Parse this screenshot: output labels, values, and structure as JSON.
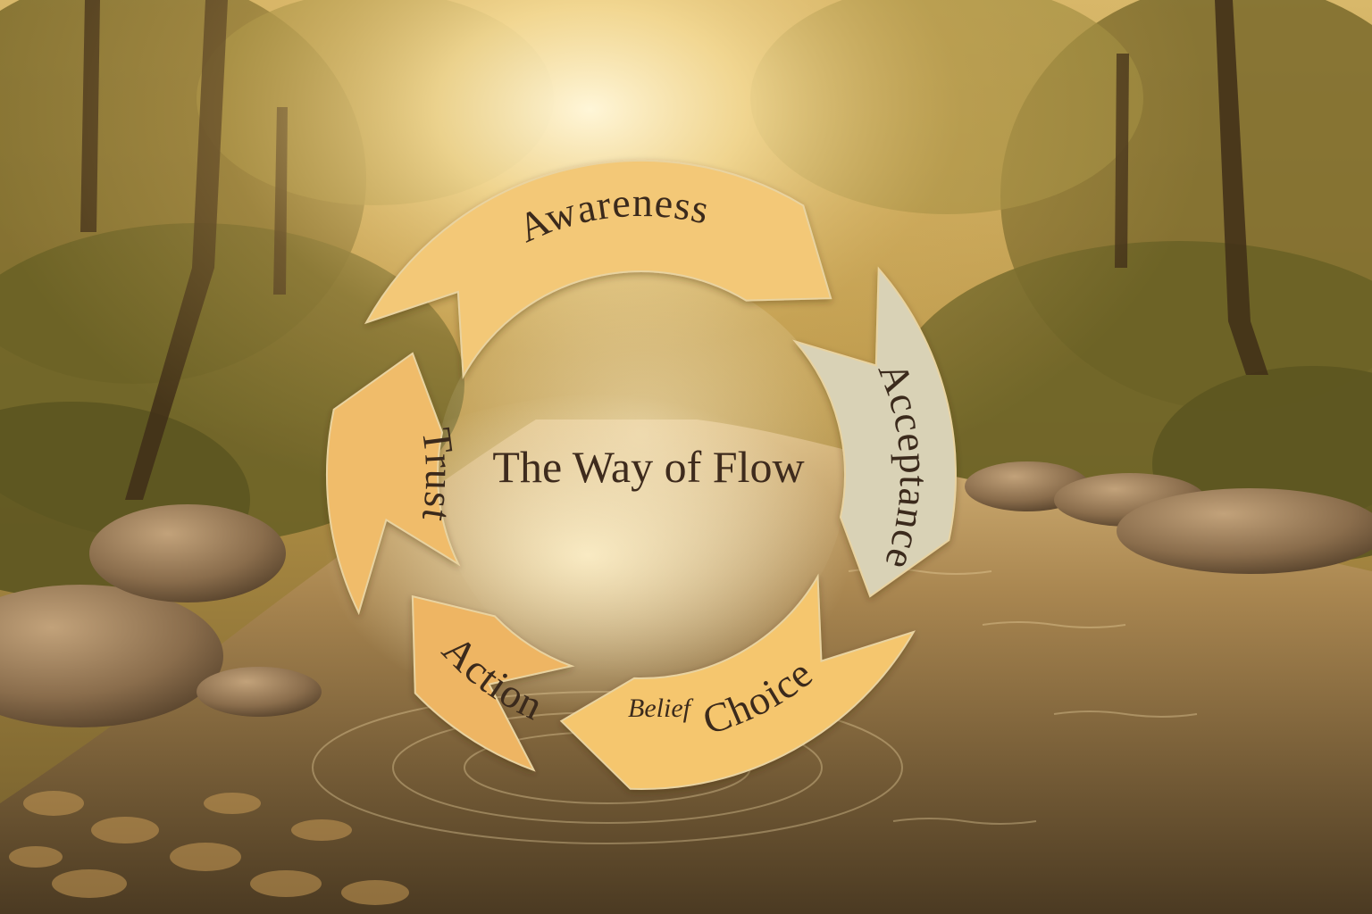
{
  "diagram": {
    "title": "The Way of Flow",
    "center_note": "Belief",
    "segments": [
      {
        "label": "Awareness",
        "color": "#f3c877"
      },
      {
        "label": "Acceptance",
        "color": "#d9d2b6"
      },
      {
        "label": "Choice",
        "color": "#f5c66e"
      },
      {
        "label": "Action",
        "color": "#eeb564"
      },
      {
        "label": "Trust",
        "color": "#f0bc6a"
      }
    ]
  },
  "colors": {
    "sky_glow": "#fff1c8",
    "foliage": "#6f6a2a",
    "water": "#8a6a3c",
    "text": "#3b2a1c"
  }
}
